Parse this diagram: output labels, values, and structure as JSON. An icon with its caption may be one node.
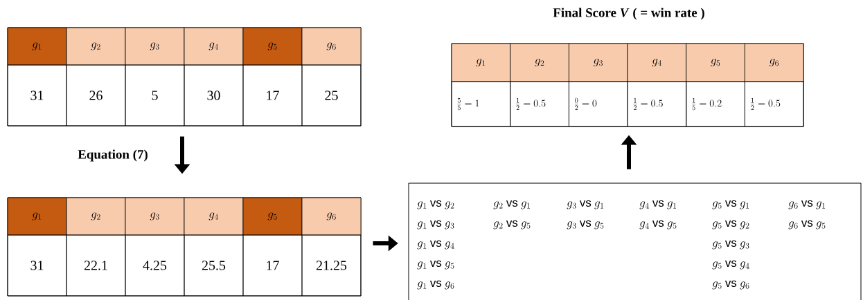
{
  "diagram": {
    "nodes": [
      {
        "text": [
          "g_1",
          "g_2",
          "g_3",
          "g_4",
          "g_5",
          "g_6",
          "31",
          "26",
          "5",
          "30",
          "17",
          "25"
        ]
      },
      {
        "text": [
          "g_1",
          "g_2",
          "g_3",
          "g_4",
          "g_5",
          "g_6",
          "31",
          "22.1",
          "4.25",
          "25.5",
          "17",
          "21.25"
        ]
      },
      {
        "text": [
          "g_1\\ \\textsf{vs}\\ g_2",
          "g_2\\ \\textsf{vs}\\ g_1",
          "g_3\\ \\textsf{vs}\\ g_1",
          "g_4\\ \\textsf{vs}\\ g_1",
          "g_5\\ \\textsf{vs}\\ g_1",
          "g_6\\ \\textsf{vs}\\ g_1",
          "g_1\\ \\textsf{vs}\\ g_3",
          "g_2\\ \\textsf{vs}\\ g_5",
          "g_3\\ \\textsf{vs}\\ g_5",
          "g_4\\ \\textsf{vs}\\ g_5",
          "g_5\\ \\textsf{vs}\\ g_2",
          "g_6\\ \\textsf{vs}\\ g_5",
          "g_1\\ \\textsf{vs}\\ g_4",
          "g_5\\ \\textsf{vs}\\ g_3",
          "g_1\\ \\textsf{vs}\\ g_5",
          "g_5\\ \\textsf{vs}\\ g_4",
          "g_1\\ \\textsf{vs}\\ g_6",
          "g_5\\ \\textsf{vs}\\ g_6"
        ]
      },
      {
        "text": [
          "Final Score *V* ( = win rate )",
          "g_1",
          "g_2",
          "g_3",
          "g_4",
          "g_5",
          "g_6",
          "\\frac{5}{5} = 1",
          "\\frac{1}{2} = 0.5",
          "\\frac{0}{2} = 0",
          "\\frac{1}{2} = 0.5",
          "\\frac{1}{5} = 0.2",
          "\\frac{1}{2} = 0.5"
        ]
      }
    ],
    "edges": [
      {
        "from": 0,
        "to": 1,
        "arrow": "to",
        "label": "Equation (7)"
      },
      {
        "from": 1,
        "to": 2,
        "arrow": "to"
      },
      {
        "from": 2,
        "to": 3,
        "arrow": "to"
      }
    ]
  }
}
